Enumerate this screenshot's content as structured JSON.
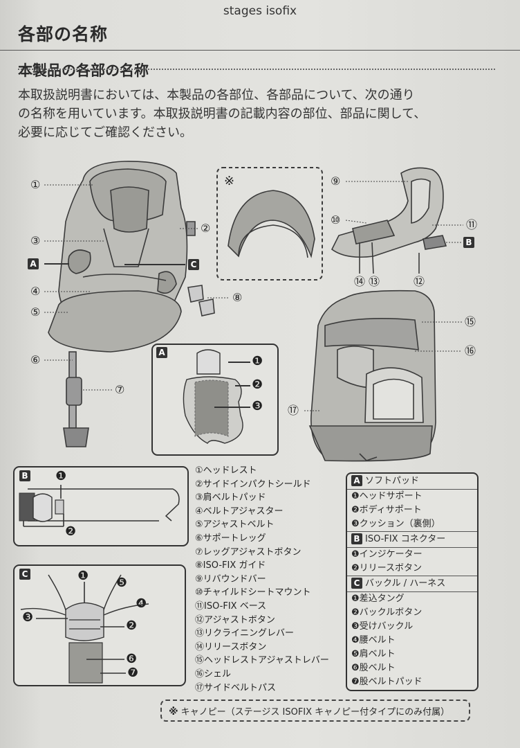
{
  "header": {
    "running_title": "stages isofix"
  },
  "section_title": "各部の名称",
  "subsection_title": "本製品の各部の名称",
  "intro_lines": [
    "本取扱説明書においては、本製品の各部位、各部品について、次の通り",
    "の名称を用いています。本取扱説明書の記載内容の部位、部品に関して、",
    "必要に応じてご確認ください。"
  ],
  "diagram_labels": {
    "c1": "①",
    "c2": "②",
    "c3": "③",
    "c4": "④",
    "c5": "⑤",
    "c6": "⑥",
    "c7": "⑦",
    "c8": "⑧",
    "c9": "⑨",
    "c10": "⑩",
    "c11": "⑪",
    "c12": "⑫",
    "c13": "⑬",
    "c14": "⑭",
    "c15": "⑮",
    "c16": "⑯",
    "c17": "⑰",
    "A": "A",
    "B": "B",
    "C": "C",
    "asterisk": "※",
    "n1": "❶",
    "n2": "❷",
    "n3": "❸",
    "n4": "❹",
    "n5": "❺",
    "n6": "❻",
    "n7": "❼"
  },
  "parts_list": [
    "①ヘッドレスト",
    "②サイドインパクトシールド",
    "③肩ベルトパッド",
    "④ベルトアジャスター",
    "⑤アジャストベルト",
    "⑥サポートレッグ",
    "⑦レッグアジャストボタン",
    "⑧ISO-FIX ガイド",
    "⑨リバウンドバー",
    "⑩チャイルドシートマウント",
    "⑪ISO-FIX ベース",
    "⑫アジャストボタン",
    "⑬リクライニングレバー",
    "⑭リリースボタン",
    "⑮ヘッドレストアジャストレバー",
    "⑯シェル",
    "⑰サイドベルトパス"
  ],
  "legend": {
    "A": {
      "tag": "A",
      "title": "ソフトパッド",
      "items": [
        "❶ヘッドサポート",
        "❷ボディサポート",
        "❸クッション（裏側）"
      ]
    },
    "B": {
      "tag": "B",
      "title": "ISO-FIX コネクター",
      "items": [
        "❶インジケーター",
        "❷リリースボタン"
      ]
    },
    "C": {
      "tag": "C",
      "title": "バックル / ハーネス",
      "items": [
        "❶差込タング",
        "❷バックルボタン",
        "❸受けバックル",
        "❹腰ベルト",
        "❺肩ベルト",
        "❻股ベルト",
        "❼股ベルトパッド"
      ]
    }
  },
  "canopy_note": {
    "mark": "※",
    "text": "キャノピー（ステージス ISOFIX キャノピー付タイプにのみ付属）"
  }
}
